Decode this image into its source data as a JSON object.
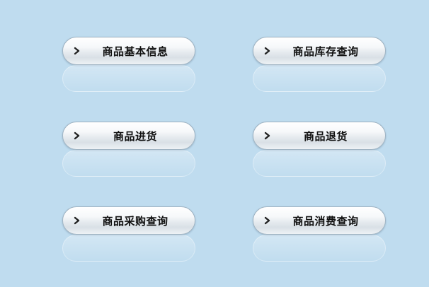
{
  "menu": {
    "buttons": [
      {
        "label": "商品基本信息",
        "icon": "chevron-right-icon"
      },
      {
        "label": "商品库存查询",
        "icon": "chevron-right-icon"
      },
      {
        "label": "商品进货",
        "icon": "chevron-right-icon"
      },
      {
        "label": "商品退货",
        "icon": "chevron-right-icon"
      },
      {
        "label": "商品采购查询",
        "icon": "chevron-right-icon"
      },
      {
        "label": "商品消费查询",
        "icon": "chevron-right-icon"
      }
    ]
  },
  "colors": {
    "background": "#bfdcef",
    "button_border": "#9fb3c2",
    "label_text": "#111111",
    "arrow": "#222222"
  }
}
